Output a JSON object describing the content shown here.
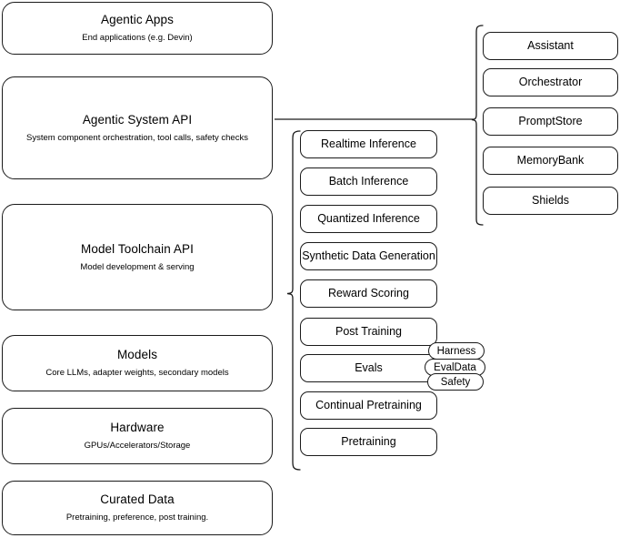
{
  "diagram": {
    "title_present": false,
    "stroke_color": "#1a1a1a",
    "background_color": "#ffffff",
    "layers": [
      {
        "title": "Agentic Apps",
        "subtitle": "End applications (e.g. Devin)"
      },
      {
        "title": "Agentic System API",
        "subtitle": "System component orchestration, tool calls, safety checks"
      },
      {
        "title": "Model Toolchain API",
        "subtitle": "Model development & serving"
      },
      {
        "title": "Models",
        "subtitle": "Core LLMs, adapter weights, secondary models"
      },
      {
        "title": "Hardware",
        "subtitle": "GPUs/Accelerators/Storage"
      },
      {
        "title": "Curated Data",
        "subtitle": "Pretraining, preference, post training."
      }
    ],
    "toolchain_capabilities": [
      {
        "label": "Realtime Inference"
      },
      {
        "label": "Batch Inference"
      },
      {
        "label": "Quantized Inference"
      },
      {
        "label": "Synthetic Data Generation"
      },
      {
        "label": "Reward Scoring"
      },
      {
        "label": "Post Training"
      },
      {
        "label": "Evals"
      },
      {
        "label": "Continual Pretraining"
      },
      {
        "label": "Pretraining"
      }
    ],
    "eval_subcomponents": [
      {
        "label": "Harness"
      },
      {
        "label": "EvalData"
      },
      {
        "label": "Safety"
      }
    ],
    "system_components": [
      {
        "label": "Assistant"
      },
      {
        "label": "Orchestrator"
      },
      {
        "label": "PromptStore"
      },
      {
        "label": "MemoryBank"
      },
      {
        "label": "Shields"
      }
    ]
  }
}
